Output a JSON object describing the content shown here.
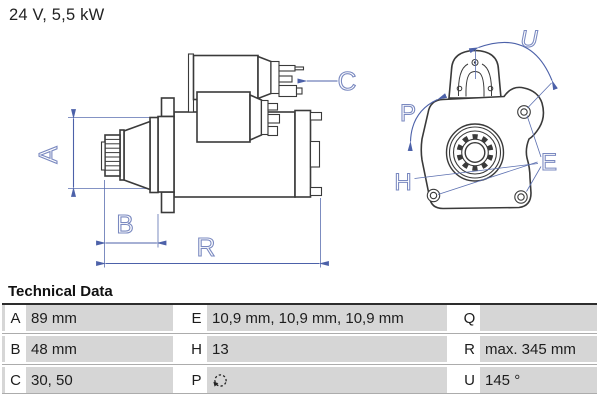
{
  "title": "24 V, 5,5 kW",
  "drawing": {
    "side_labels": {
      "a": "A",
      "b": "B",
      "c": "C",
      "r": "R"
    },
    "front_labels": {
      "u": "U",
      "p": "P",
      "e": "E",
      "h": "H"
    },
    "accent_color": "#4c61a9",
    "outline_color": "#3a3a3a"
  },
  "technical_data": {
    "heading": "Technical Data",
    "rows": [
      {
        "c1": {
          "label": "A",
          "value": "89 mm"
        },
        "c2": {
          "label": "E",
          "value": "10,9 mm, 10,9 mm, 10,9 mm"
        },
        "c3": {
          "label": "Q",
          "value": ""
        }
      },
      {
        "c1": {
          "label": "B",
          "value": "48 mm"
        },
        "c2": {
          "label": "H",
          "value": "13"
        },
        "c3": {
          "label": "R",
          "value": "max. 345 mm"
        }
      },
      {
        "c1": {
          "label": "C",
          "value": "30, 50"
        },
        "c2": {
          "label": "P",
          "value": "",
          "icon": "rotation-ccw"
        },
        "c3": {
          "label": "U",
          "value": "145 °"
        }
      }
    ]
  }
}
